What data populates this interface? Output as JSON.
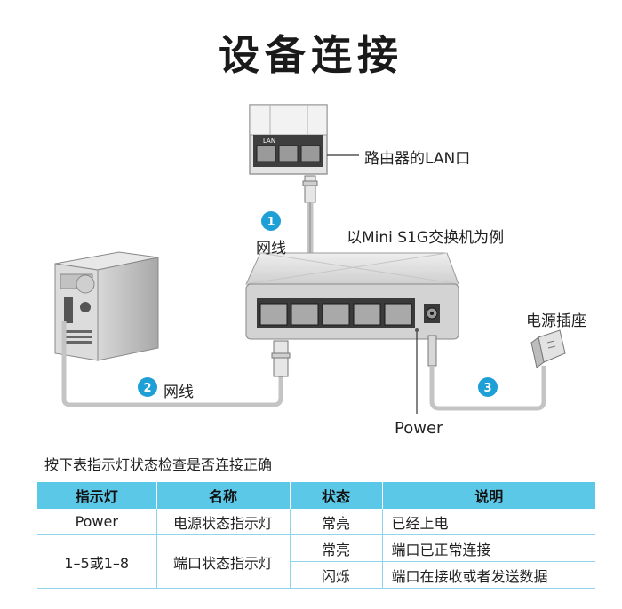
{
  "title": "设备连接",
  "labels": {
    "router_lan": "路由器的LAN口",
    "example": "以Mini S1G交换机为例",
    "cable_1": "网线",
    "cable_2": "网线",
    "power_socket": "电源插座",
    "power": "Power"
  },
  "steps": [
    "1",
    "2",
    "3"
  ],
  "router_tag": "LAN",
  "instruction": "按下表指示灯状态检查是否连接正确",
  "table": {
    "headers": [
      "指示灯",
      "名称",
      "状态",
      "说明"
    ],
    "rows": [
      {
        "indicator": "Power",
        "name": "电源状态指示灯",
        "state": "常亮",
        "desc": "已经上电"
      },
      {
        "indicator": "1–5或1–8",
        "name": "端口状态指示灯",
        "state": "常亮",
        "desc": "端口已正常连接"
      },
      {
        "state": "闪烁",
        "desc": "端口在接收或者发送数据"
      }
    ]
  },
  "colors": {
    "accent": "#1e9fd6",
    "header": "#5cc8e8",
    "cable": "#bfbfbf"
  }
}
